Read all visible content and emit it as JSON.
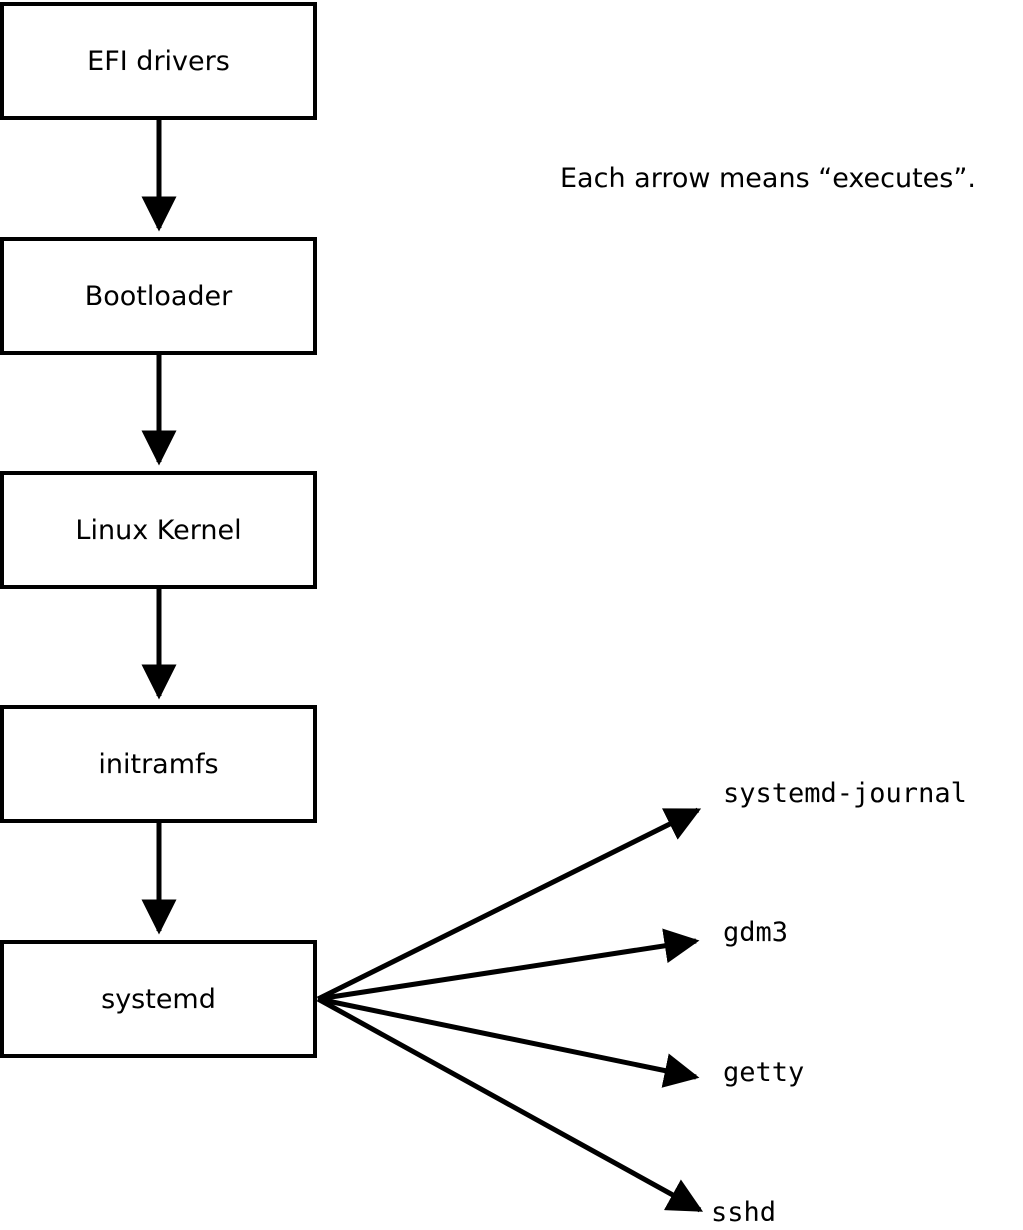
{
  "note": "Each arrow means “executes”.",
  "nodes": [
    {
      "label": "EFI drivers"
    },
    {
      "label": "Bootloader"
    },
    {
      "label": "Linux Kernel"
    },
    {
      "label": "initramfs"
    },
    {
      "label": "systemd"
    }
  ],
  "spawned": [
    {
      "label": "systemd-journal"
    },
    {
      "label": "gdm3"
    },
    {
      "label": "getty"
    },
    {
      "label": "sshd"
    }
  ]
}
